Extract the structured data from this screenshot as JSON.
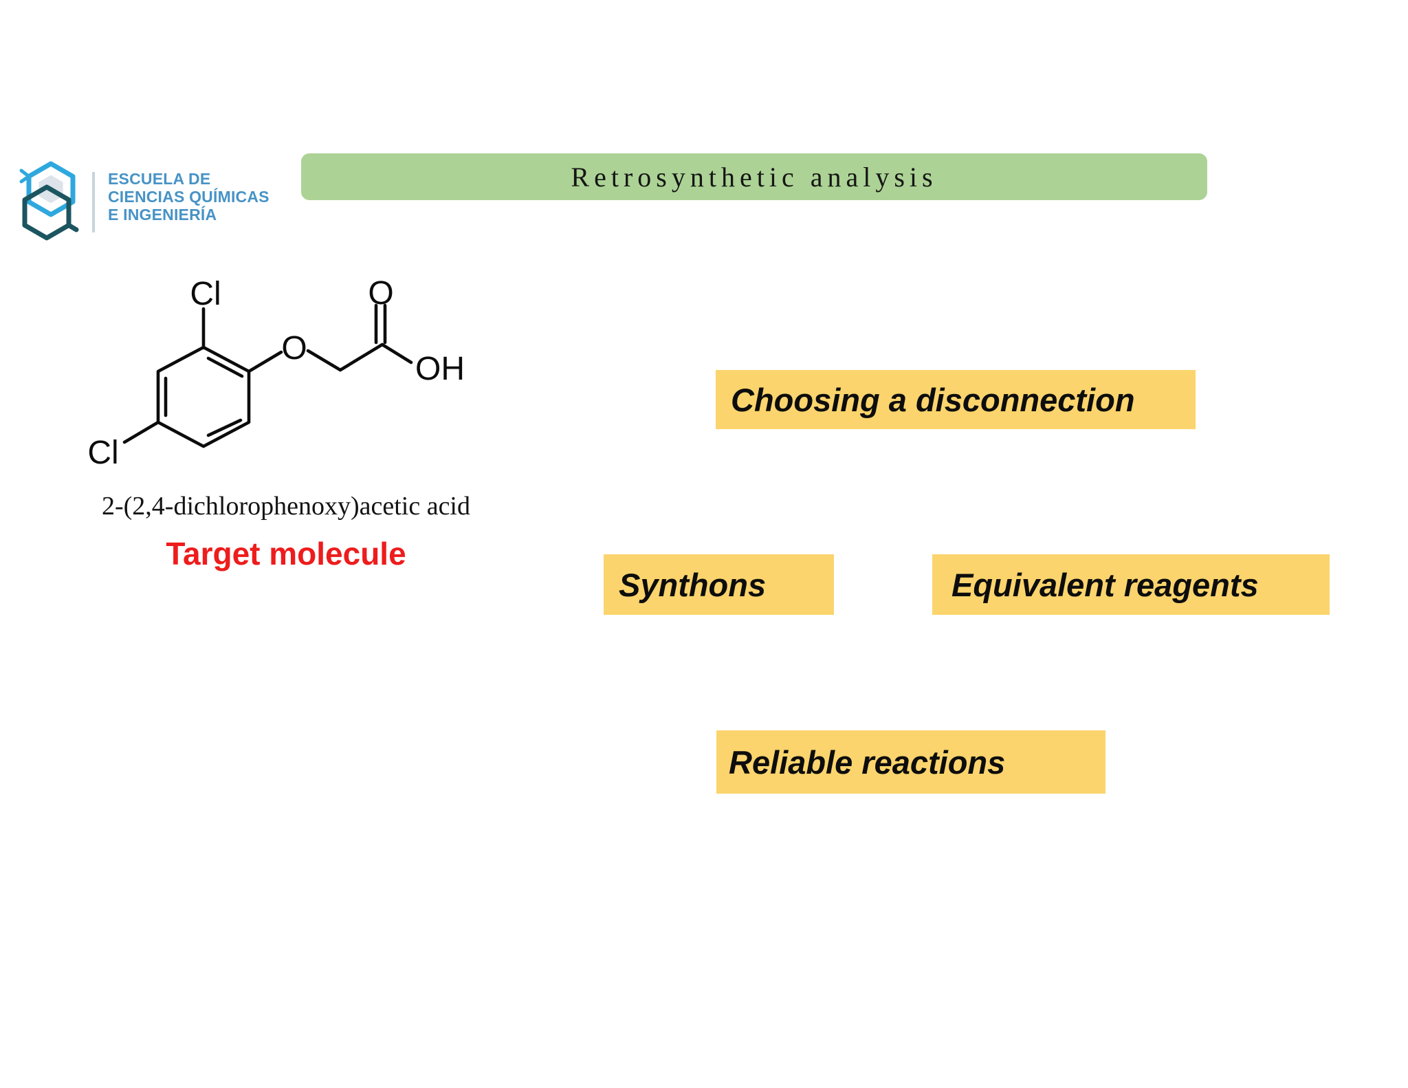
{
  "slide": {
    "logo": {
      "lines": [
        "ESCUELA DE",
        "CIENCIAS QUÍMICAS",
        "E INGENIERÍA"
      ]
    },
    "banner": {
      "title": "Retrosynthetic analysis"
    },
    "molecule": {
      "name": "2-(2,4-dichlorophenoxy)acetic acid",
      "caption": "Target molecule",
      "atom_labels": {
        "cl_top": "Cl",
        "cl_bottom": "Cl",
        "ether_o": "O",
        "carbonyl_o": "O",
        "hydroxyl": "OH"
      }
    },
    "highlight_boxes": {
      "choosing": "Choosing a disconnection",
      "synthons": "Synthons",
      "equivalent": "Equivalent reagents",
      "reliable": "Reliable reactions"
    },
    "colors": {
      "banner_green": "#acd395",
      "highlight_yellow": "#fbd46d",
      "target_red": "#ee1c1c",
      "logo_blue": "#4793c6",
      "logo_hex_light": "#2fa8dd",
      "logo_hex_dark": "#1b5560",
      "ink": "#111111"
    }
  }
}
